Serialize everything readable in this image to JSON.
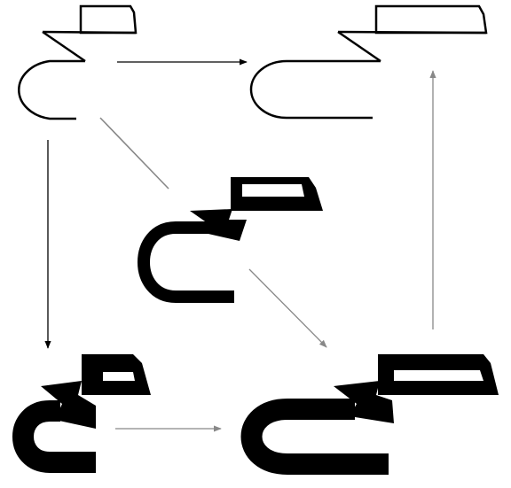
{
  "diagram": {
    "glyphs": [
      {
        "id": "glyph-outline-narrow",
        "style": "outline-thin"
      },
      {
        "id": "glyph-outline-wide",
        "style": "outline-thin"
      },
      {
        "id": "glyph-medium-weight",
        "style": "medium"
      },
      {
        "id": "glyph-bold-narrow",
        "style": "bold"
      },
      {
        "id": "glyph-bold-wide",
        "style": "bold"
      }
    ],
    "arrows": [
      {
        "id": "arrow-narrow-to-wide",
        "color": "#000000"
      },
      {
        "id": "arrow-narrow-to-bold",
        "color": "#000000"
      },
      {
        "id": "arrow-narrow-to-medium",
        "color": "#888888"
      },
      {
        "id": "arrow-medium-to-bold-wide",
        "color": "#888888"
      },
      {
        "id": "arrow-bold-narrow-to-bold-wide",
        "color": "#888888"
      },
      {
        "id": "arrow-bold-wide-to-outline-wide",
        "color": "#888888"
      }
    ],
    "colors": {
      "ink": "#000000",
      "secondary_arrow": "#888888",
      "background": "#ffffff"
    }
  }
}
